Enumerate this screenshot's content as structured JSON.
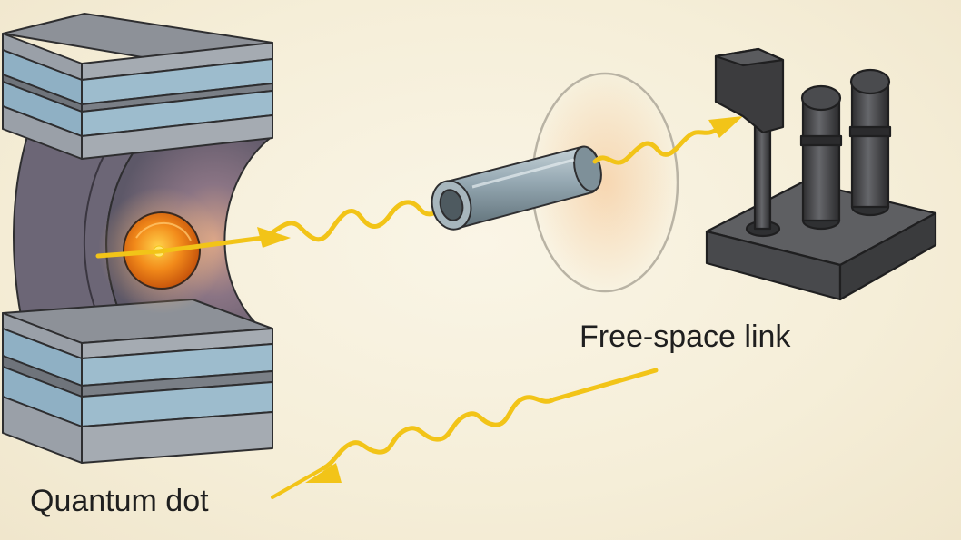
{
  "labels": {
    "free_space_link": "Free-space link",
    "quantum_dot": "Quantum dot"
  },
  "colors": {
    "background": "#f6f0dc",
    "photon": "#f2c418",
    "emitter_core": "#f28a1a",
    "mirror_layer_gray": "#9aa0a8",
    "mirror_layer_blue": "#8fb0c4",
    "cavity_purple": "#6e6878",
    "fiber_body": "#8fa3ad",
    "detector_dark": "#3c3c3e"
  },
  "icons": {
    "emitter": "quantum-dot-emitter",
    "cavity": "optical-microcavity",
    "fiber": "fiber-coupler",
    "detector": "optical-detector-setup"
  }
}
